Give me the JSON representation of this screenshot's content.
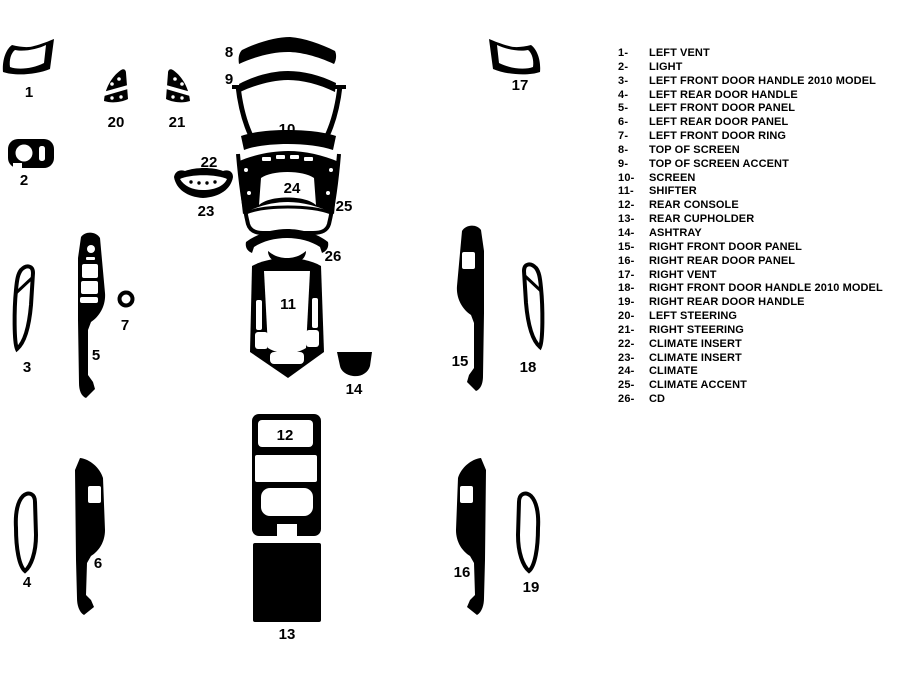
{
  "colors": {
    "ink": "#000000",
    "paper": "#ffffff"
  },
  "callouts": {
    "c1": "1",
    "c2": "2",
    "c3": "3",
    "c4": "4",
    "c5": "5",
    "c6": "6",
    "c7": "7",
    "c8": "8",
    "c9": "9",
    "c10": "10",
    "c11": "11",
    "c12": "12",
    "c13": "13",
    "c14": "14",
    "c15": "15",
    "c16": "16",
    "c17": "17",
    "c18": "18",
    "c19": "19",
    "c20": "20",
    "c21": "21",
    "c22": "22",
    "c23": "23",
    "c24": "24",
    "c25": "25",
    "c26": "26"
  },
  "legend": {
    "items": [
      {
        "num": "1-",
        "label": "LEFT VENT"
      },
      {
        "num": "2-",
        "label": "LIGHT"
      },
      {
        "num": "3-",
        "label": "LEFT FRONT DOOR HANDLE 2010 MODEL"
      },
      {
        "num": "4-",
        "label": "LEFT REAR DOOR HANDLE"
      },
      {
        "num": "5-",
        "label": "LEFT FRONT DOOR PANEL"
      },
      {
        "num": "6-",
        "label": "LEFT REAR DOOR PANEL"
      },
      {
        "num": "7-",
        "label": "LEFT FRONT DOOR RING"
      },
      {
        "num": "8-",
        "label": "TOP OF SCREEN"
      },
      {
        "num": "9-",
        "label": "TOP OF SCREEN ACCENT"
      },
      {
        "num": "10-",
        "label": "SCREEN"
      },
      {
        "num": "11-",
        "label": "SHIFTER"
      },
      {
        "num": "12-",
        "label": "REAR CONSOLE"
      },
      {
        "num": "13-",
        "label": "REAR CUPHOLDER"
      },
      {
        "num": "14-",
        "label": "ASHTRAY"
      },
      {
        "num": "15-",
        "label": "RIGHT FRONT DOOR PANEL"
      },
      {
        "num": "16-",
        "label": "RIGHT REAR DOOR PANEL"
      },
      {
        "num": "17-",
        "label": "RIGHT VENT"
      },
      {
        "num": "18-",
        "label": "RIGHT FRONT DOOR HANDLE 2010 MODEL"
      },
      {
        "num": "19-",
        "label": "RIGHT REAR DOOR HANDLE"
      },
      {
        "num": "20-",
        "label": "LEFT STEERING"
      },
      {
        "num": "21-",
        "label": "RIGHT STEERING"
      },
      {
        "num": "22-",
        "label": "CLIMATE INSERT"
      },
      {
        "num": "23-",
        "label": "CLIMATE INSERT"
      },
      {
        "num": "24-",
        "label": "CLIMATE"
      },
      {
        "num": "25-",
        "label": "CLIMATE ACCENT"
      },
      {
        "num": "26-",
        "label": "CD"
      }
    ]
  }
}
